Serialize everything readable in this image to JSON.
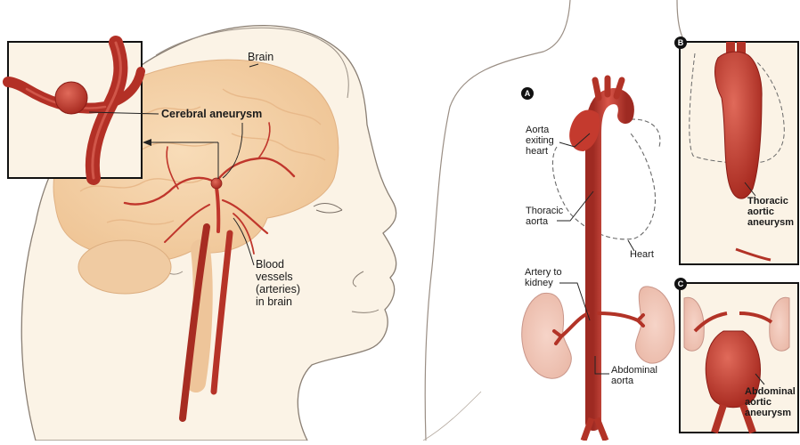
{
  "colors": {
    "artery": "#c0362c",
    "artery_dark": "#8e1e18",
    "brain": "#f3cfa6",
    "skin": "#fbf3e6",
    "outline": "#777777",
    "inset_border": "#111111"
  },
  "left_panel": {
    "labels": {
      "brain": "Brain",
      "cerebral_aneurysm": "Cerebral aneurysm",
      "blood_vessels": "Blood\nvessels\n(arteries)\nin brain"
    }
  },
  "right_panel": {
    "badges": {
      "a": "A",
      "b": "B",
      "c": "C"
    },
    "labels": {
      "aorta_exiting_heart": "Aorta\nexiting\nheart",
      "thoracic_aorta": "Thoracic\naorta",
      "heart": "Heart",
      "artery_to_kidney": "Artery to\nkidney",
      "abdominal_aorta": "Abdominal\naorta",
      "thoracic_aortic_aneurysm": "Thoracic\naortic\naneurysm",
      "abdominal_aortic_aneurysm": "Abdominal\naortic\naneurysm"
    }
  }
}
